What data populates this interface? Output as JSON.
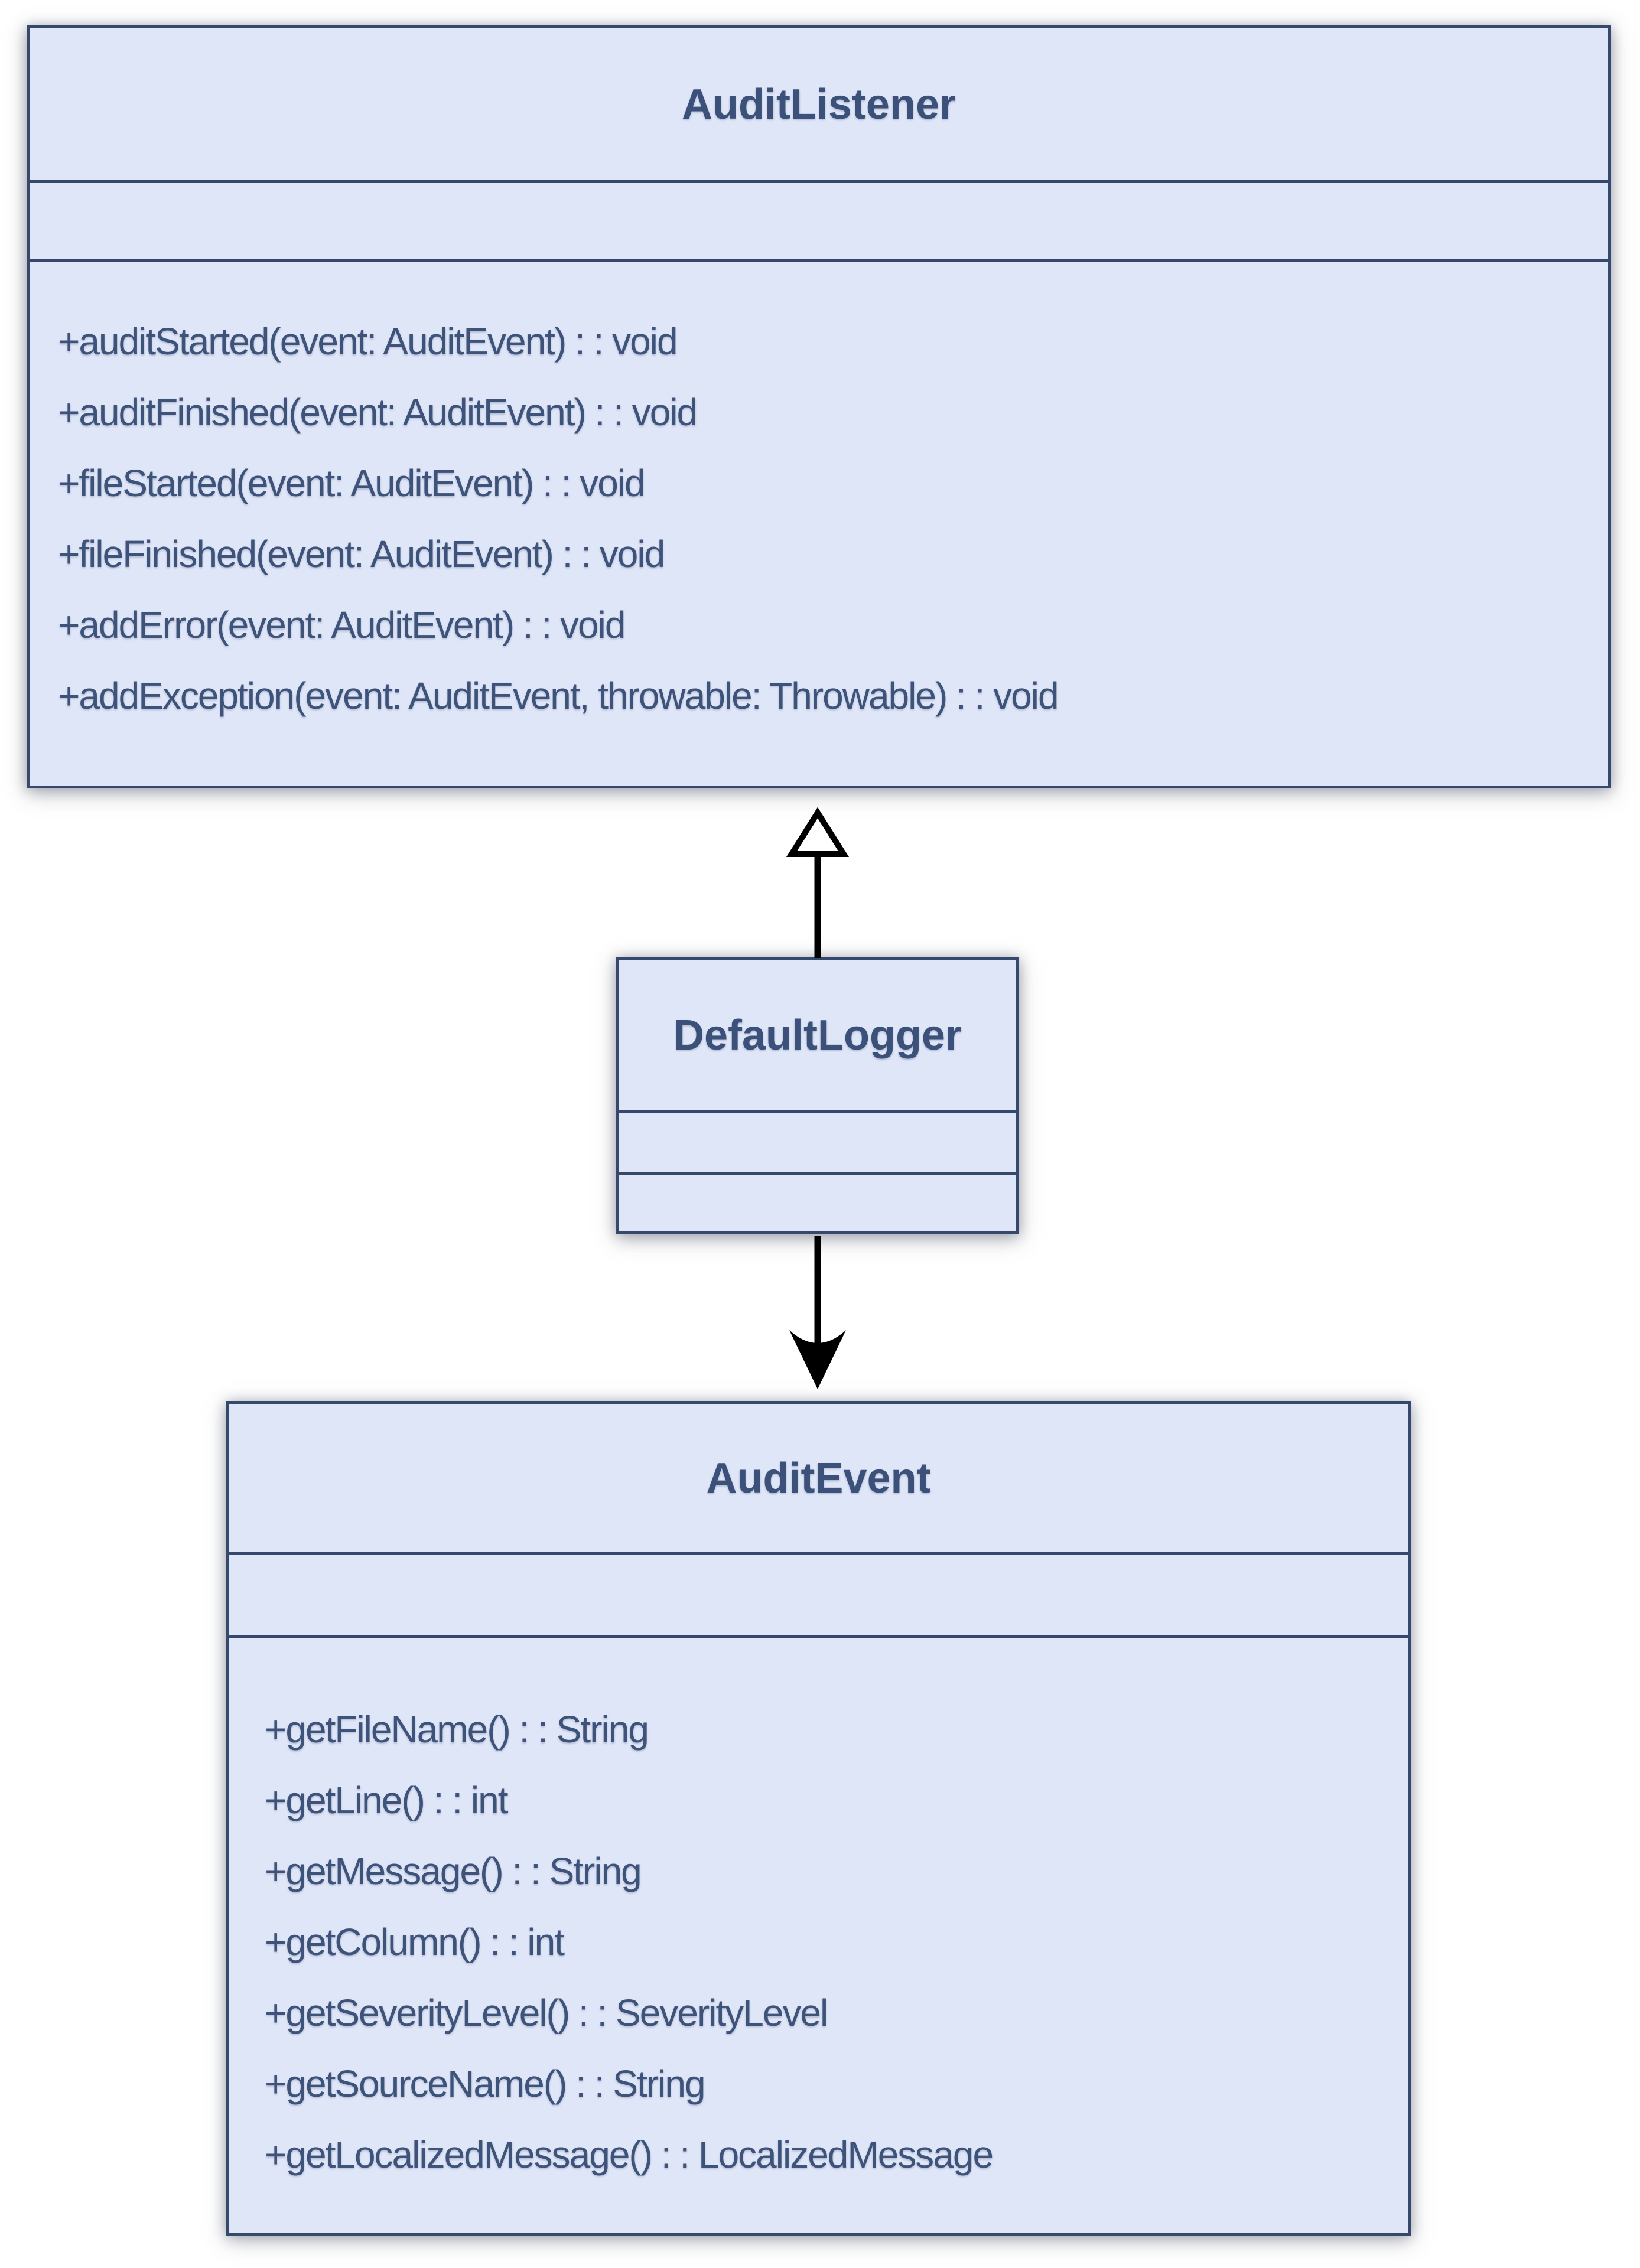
{
  "diagram": {
    "kind": "uml-class-diagram",
    "colors": {
      "background": "#ffffff",
      "box_fill": "#dfe6f8",
      "box_border": "#36486b",
      "title_text": "#3b5179",
      "method_text": "#3e5379",
      "arrow": "#000000"
    },
    "classes": [
      {
        "name": "AuditListener",
        "attributes": [],
        "methods": [
          "+auditStarted(event: AuditEvent) : : void",
          "+auditFinished(event: AuditEvent) : : void",
          "+fileStarted(event: AuditEvent) : : void",
          "+fileFinished(event: AuditEvent) : : void",
          "+addError(event: AuditEvent) : : void",
          "+addException(event: AuditEvent, throwable: Throwable) : : void"
        ]
      },
      {
        "name": "DefaultLogger",
        "attributes": [],
        "methods": []
      },
      {
        "name": "AuditEvent",
        "attributes": [],
        "methods": [
          "+getFileName() : : String",
          "+getLine() : : int",
          "+getMessage() : : String",
          "+getColumn() : : int",
          "+getSeverityLevel() : : SeverityLevel",
          "+getSourceName() : : String",
          "+getLocalizedMessage() : : LocalizedMessage"
        ]
      }
    ],
    "relationships": [
      {
        "type": "generalization",
        "from": "DefaultLogger",
        "to": "AuditListener"
      },
      {
        "type": "directed-association",
        "from": "DefaultLogger",
        "to": "AuditEvent"
      }
    ]
  }
}
